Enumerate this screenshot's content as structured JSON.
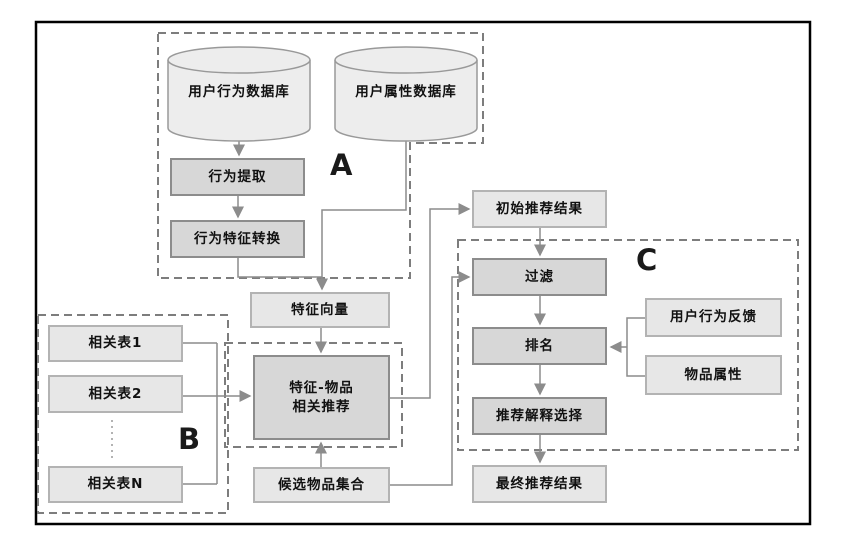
{
  "groups": {
    "a": "A",
    "b": "B",
    "c": "C"
  },
  "nodes": {
    "user_behavior_db": "用户行为数据库",
    "user_attribute_db": "用户属性数据库",
    "behavior_extraction": "行为提取",
    "behavior_feature_conversion": "行为特征转换",
    "feature_vector": "特征向量",
    "related_table_1": "相关表1",
    "related_table_2": "相关表2",
    "related_table_n": "相关表N",
    "feature_item_rec_line1": "特征-物品",
    "feature_item_rec_line2": "相关推荐",
    "candidate_item_set": "候选物品集合",
    "initial_rec_result": "初始推荐结果",
    "filter": "过滤",
    "ranking": "排名",
    "user_behavior_feedback": "用户行为反馈",
    "item_attributes": "物品属性",
    "rec_explanation_selection": "推荐解释选择",
    "final_rec_result": "最终推荐结果"
  },
  "colors": {
    "box_light_fill": "#e7e7e7",
    "box_light_border": "#b3b3b3",
    "box_dark_fill": "#d7d7d7",
    "box_dark_border": "#8c8c8c",
    "cylinder_fill": "#ededed",
    "connector": "#8c8c8c",
    "dashed_border": "#7d7d7d",
    "frame": "#000000",
    "text": "#111111",
    "background": "#ffffff"
  }
}
